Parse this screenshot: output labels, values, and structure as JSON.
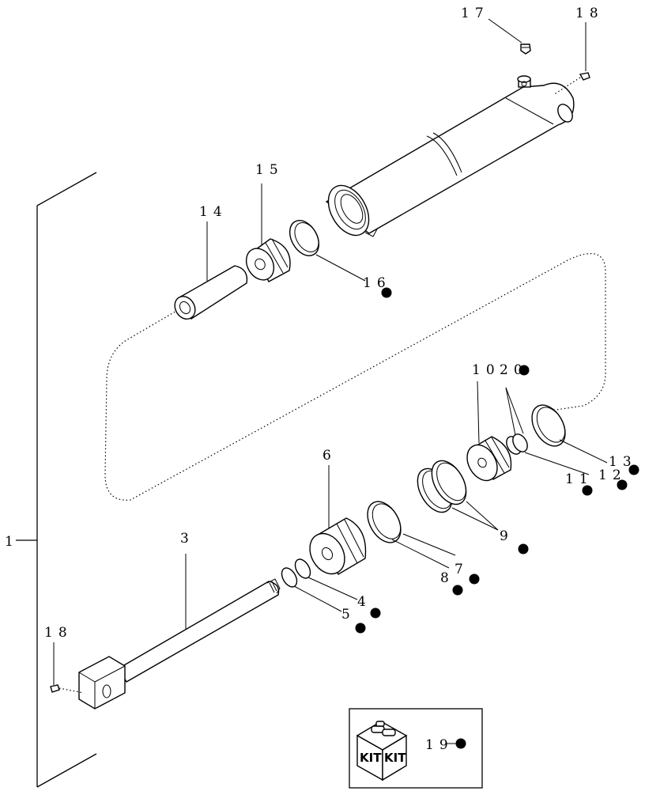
{
  "diagram": {
    "kit_label": "KIT",
    "callouts": [
      {
        "id": "c1",
        "text": "1",
        "kit": false
      },
      {
        "id": "c3",
        "text": "3",
        "kit": false
      },
      {
        "id": "c4",
        "text": "4",
        "kit": true
      },
      {
        "id": "c5",
        "text": "5",
        "kit": true
      },
      {
        "id": "c6",
        "text": "6",
        "kit": false
      },
      {
        "id": "c7",
        "text": "7",
        "kit": true
      },
      {
        "id": "c8",
        "text": "8",
        "kit": true
      },
      {
        "id": "c9",
        "text": "9",
        "kit": true
      },
      {
        "id": "c10",
        "text": "10",
        "kit": false
      },
      {
        "id": "c11",
        "text": "11",
        "kit": true
      },
      {
        "id": "c12",
        "text": "12",
        "kit": true
      },
      {
        "id": "c13",
        "text": "13",
        "kit": true
      },
      {
        "id": "c14",
        "text": "14",
        "kit": false
      },
      {
        "id": "c15",
        "text": "15",
        "kit": false
      },
      {
        "id": "c16",
        "text": "16",
        "kit": true
      },
      {
        "id": "c17",
        "text": "17",
        "kit": false
      },
      {
        "id": "c18a",
        "text": "18",
        "kit": false
      },
      {
        "id": "c18b",
        "text": "18",
        "kit": false
      },
      {
        "id": "c19",
        "text": "19",
        "kit": true
      },
      {
        "id": "c20",
        "text": "20",
        "kit": true
      }
    ]
  }
}
